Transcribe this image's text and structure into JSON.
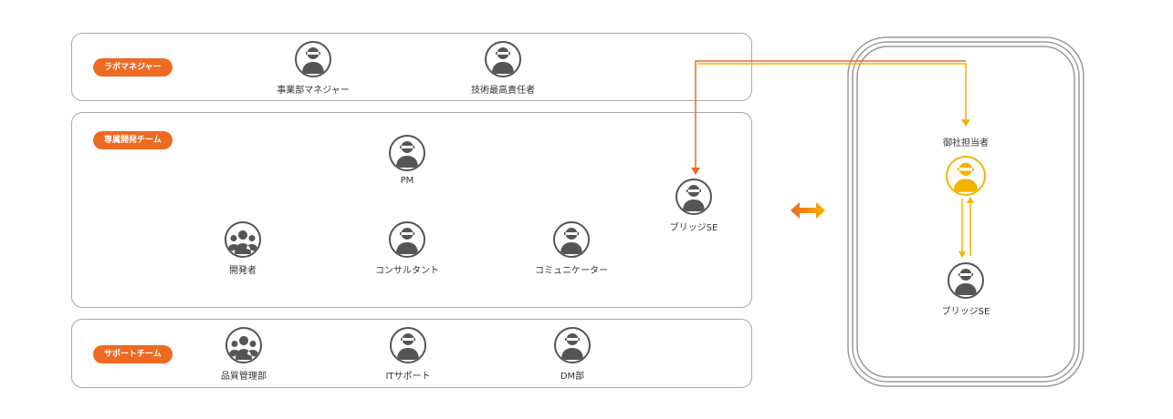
{
  "colors": {
    "orange": "#ee6a23",
    "yellow": "#f5b400",
    "gray": "#555555",
    "border": "#a9a9a9"
  },
  "groups": {
    "lab": {
      "tag": "ラボマネジャー",
      "members": [
        "事業部マネジャー",
        "技術最高責任者"
      ]
    },
    "dev": {
      "tag": "専属開発チーム",
      "pm": "PM",
      "members": [
        "開発者",
        "コンサルタント",
        "コミュニケーター"
      ]
    },
    "support": {
      "tag": "サポートチーム",
      "members": [
        "品質管理部",
        "ITサポート",
        "DM部"
      ]
    }
  },
  "bridge_se": "ブリッジSE",
  "client": {
    "contact": "御社担当者",
    "bridge_se": "ブリッジSE"
  },
  "icons": {
    "person": "person-icon",
    "group": "group-icon",
    "exchange": "double-arrow-icon"
  }
}
